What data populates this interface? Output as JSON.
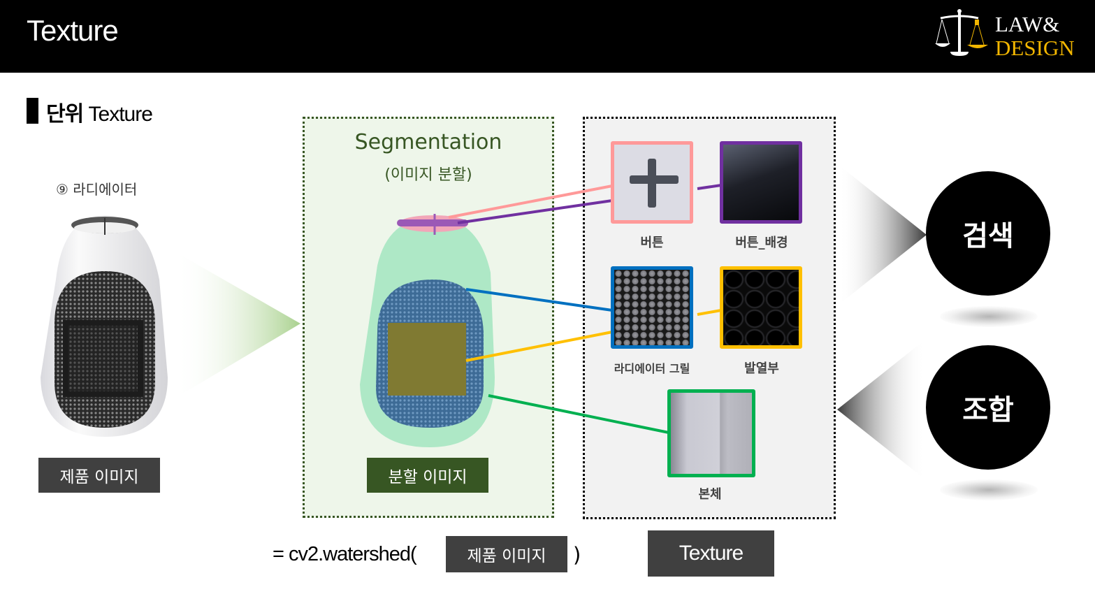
{
  "header": {
    "title": "Texture",
    "logo": {
      "line1": "LAW&",
      "line2": "DESIGN",
      "icon": "scales-of-justice-icon",
      "accent_color": "#f2b600"
    }
  },
  "section": {
    "title_bold": "단위",
    "title_rest": " Texture"
  },
  "product": {
    "label": "⑨ 라디에이터",
    "button": "제품 이미지"
  },
  "segmentation": {
    "title": "Segmentation",
    "subtitle": "(이미지 분할)",
    "button": "분할 이미지",
    "panel_color": "#eef6ea",
    "accent_color": "#375623"
  },
  "textures": {
    "items": [
      {
        "label": "버튼",
        "color": "#ff9999"
      },
      {
        "label": "버튼_배경",
        "color": "#7030a0"
      },
      {
        "label": "라디에이터 그릴",
        "color": "#0070c0"
      },
      {
        "label": "발열부",
        "color": "#ffc000"
      },
      {
        "label": "본체",
        "color": "#00b050"
      }
    ]
  },
  "formula": {
    "prefix": "= cv2.watershed(",
    "argument": "제품 이미지",
    "suffix": ")"
  },
  "texture_button": "Texture",
  "actions": {
    "search": "검색",
    "combine": "조합"
  }
}
